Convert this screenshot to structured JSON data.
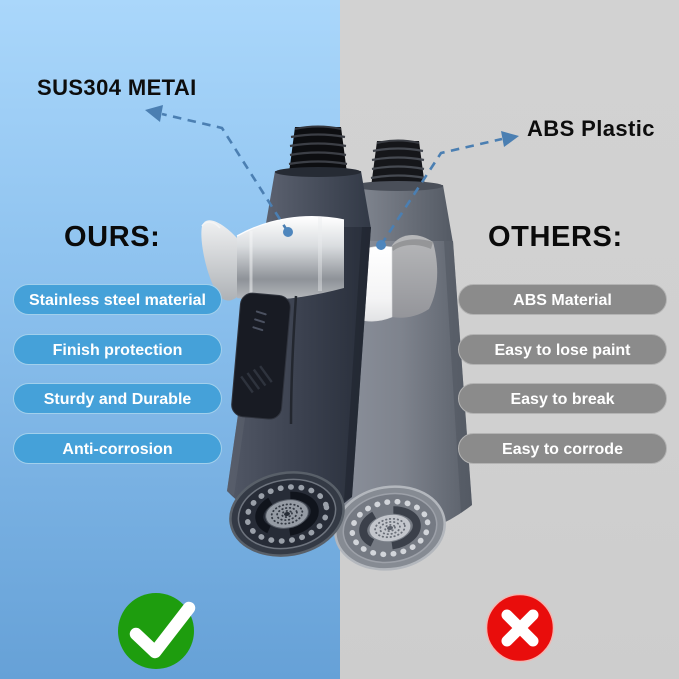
{
  "left_panel": {
    "annotation_label": "SUS304 METAI",
    "heading": "OURS:",
    "features": [
      "Stainless steel material",
      "Finish protection",
      "Sturdy and Durable",
      "Anti-corrosion"
    ],
    "colors": {
      "background_top": "#aad7fb",
      "background_bottom": "#66a1d7",
      "pill": "#45a1d9",
      "check_green": "#1e9d0e"
    }
  },
  "right_panel": {
    "annotation_label": "ABS Plastic",
    "heading": "OTHERS:",
    "features": [
      "ABS Material",
      "Easy to lose paint",
      "Easy to break",
      "Easy to corrode"
    ],
    "colors": {
      "background": "#d0d0d0",
      "pill": "#8b8b8b",
      "cross_red": "#e90d0c"
    }
  },
  "annotation_arrow_color": "#4b7fb2",
  "icons": {
    "left_verdict": "check-circle-icon",
    "right_verdict": "cross-circle-icon"
  }
}
